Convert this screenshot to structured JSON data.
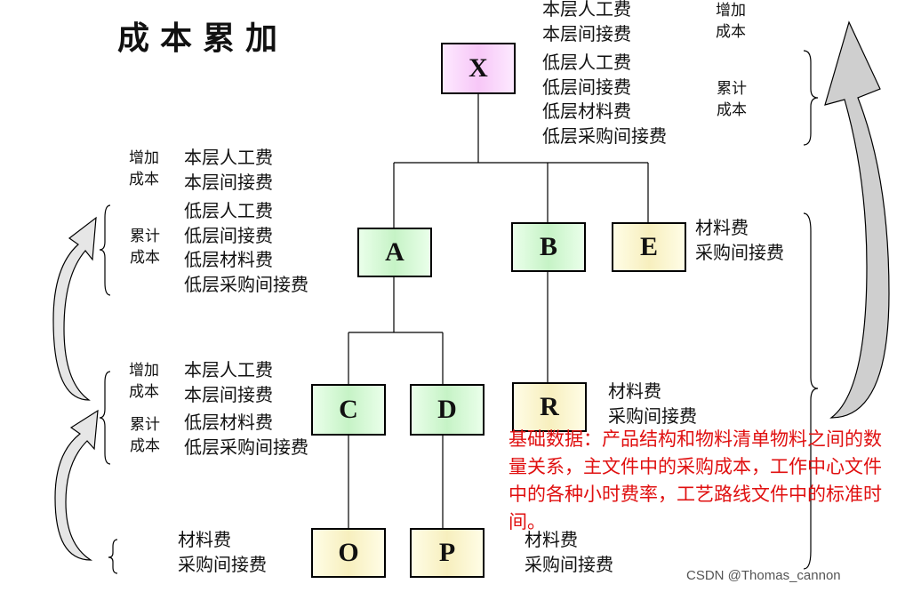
{
  "title": "成本累加",
  "nodes": {
    "X": "X",
    "A": "A",
    "B": "B",
    "E": "E",
    "C": "C",
    "D": "D",
    "R": "R",
    "O": "O",
    "P": "P"
  },
  "x_side": {
    "increase_tag": [
      "增加",
      "成本"
    ],
    "increase_items": [
      "本层人工费",
      "本层间接费"
    ],
    "accum_items": [
      "低层人工费",
      "低层间接费",
      "低层材料费",
      "低层采购间接费"
    ],
    "accum_tag": [
      "累计",
      "成本"
    ]
  },
  "a_side": {
    "increase_tag": [
      "增加",
      "成本"
    ],
    "increase_items": [
      "本层人工费",
      "本层间接费"
    ],
    "accum_tag": [
      "累计",
      "成本"
    ],
    "accum_items": [
      "低层人工费",
      "低层间接费",
      "低层材料费",
      "低层采购间接费"
    ]
  },
  "c_side": {
    "increase_tag": [
      "增加",
      "成本"
    ],
    "increase_items": [
      "本层人工费",
      "本层间接费"
    ],
    "accum_tag": [
      "累计",
      "成本"
    ],
    "accum_items": [
      "低层材料费",
      "低层采购间接费"
    ]
  },
  "e_side": [
    "材料费",
    "采购间接费"
  ],
  "r_side": [
    "材料费",
    "采购间接费"
  ],
  "o_side": [
    "材料费",
    "采购间接费"
  ],
  "p_side": [
    "材料费",
    "采购间接费"
  ],
  "note": "基础数据：产品结构和物料清单物料之间的数量关系，主文件中的采购成本，工作中心文件中的各种小时费率，工艺路线文件中的标准时间。",
  "watermark": "CSDN @Thomas_cannon",
  "colors": {
    "node_x": "#f7c7f7",
    "node_green": "#c6f3c6",
    "node_cream": "#f7efbe",
    "note": "#e01010",
    "arrow": "#cfcfcf"
  }
}
